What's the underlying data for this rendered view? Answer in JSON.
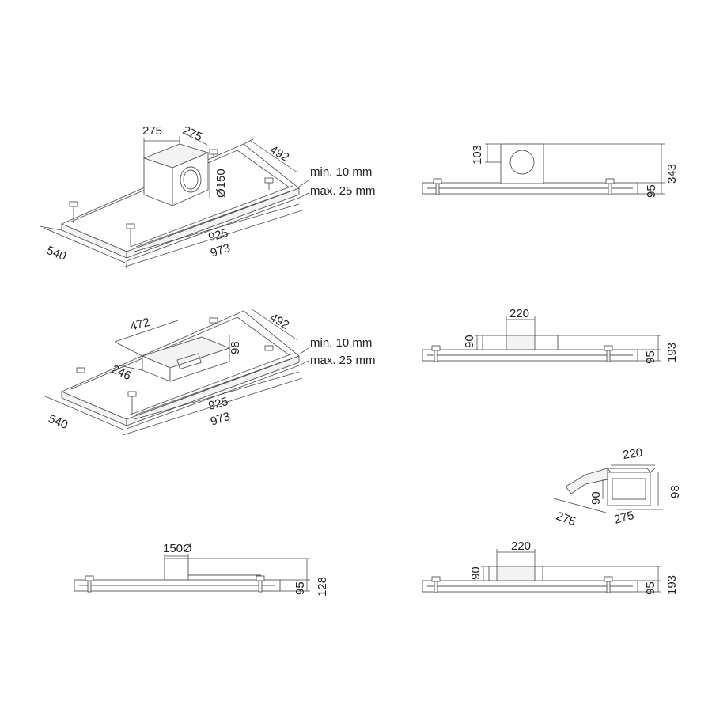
{
  "diagram_title": "",
  "colors": {
    "line": "#555555",
    "text": "#222222",
    "background": "#ffffff"
  },
  "view1": {
    "width_925": "925",
    "width_973": "973",
    "depth_540": "540",
    "depth_492": "492",
    "box_275_a": "275",
    "box_275_b": "275",
    "diameter": "Ø150",
    "min_gap": "min. 10 mm",
    "max_gap": "max. 25 mm"
  },
  "view2": {
    "height_103": "103",
    "height_343": "343",
    "height_95": "95"
  },
  "view3": {
    "width_925": "925",
    "width_973": "973",
    "depth_540": "540",
    "depth_492": "492",
    "duct_472": "472",
    "duct_246": "246",
    "duct_98": "98",
    "min_gap": "min. 10 mm",
    "max_gap": "max. 25 mm"
  },
  "view4": {
    "width_220": "220",
    "height_90": "90",
    "height_95": "95",
    "height_193": "193"
  },
  "view5": {
    "width_220": "220",
    "height_90": "90",
    "height_98": "98",
    "depth_275_a": "275",
    "depth_275_b": "275"
  },
  "view6": {
    "diameter": "150Ø",
    "height_95": "95",
    "height_128": "128"
  },
  "view7": {
    "width_220": "220",
    "height_90": "90",
    "height_95": "95",
    "height_193": "193"
  }
}
